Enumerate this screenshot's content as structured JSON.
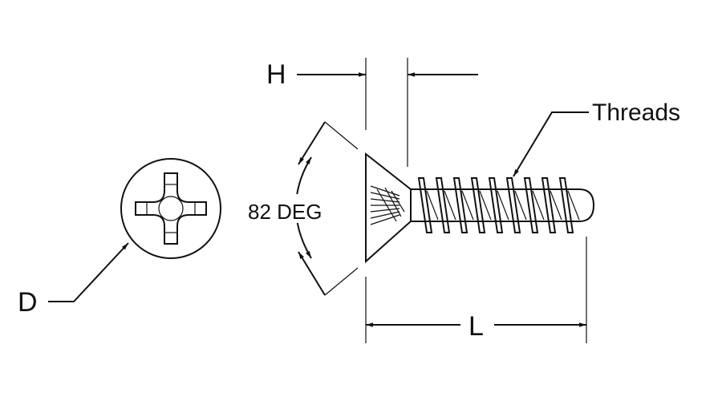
{
  "labels": {
    "head_height": "H",
    "countersink_angle": "82 DEG",
    "threads": "Threads",
    "diameter": "D",
    "length": "L"
  },
  "colors": {
    "ink": "#111111",
    "background": "#ffffff"
  },
  "icons": {
    "drive": "phillips-cross-recess"
  }
}
